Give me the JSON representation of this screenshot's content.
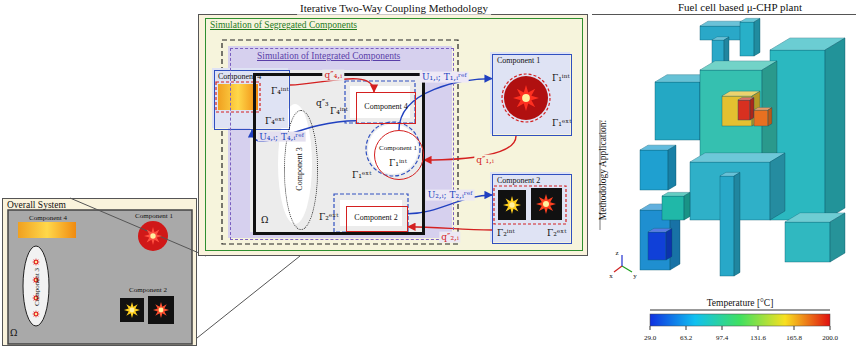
{
  "diagram": {
    "nodes": [
      {
        "text": [
          "Overall System"
        ]
      },
      {
        "text": [
          "Component 4"
        ],
        "in": 0
      },
      {
        "text": [
          "Component 1"
        ],
        "in": 0
      },
      {
        "text": [
          "Component 3"
        ],
        "in": 0
      },
      {
        "text": [
          "Component 2"
        ],
        "in": 0
      },
      {
        "text": [
          "Iterative Two-Way Coupling Methodology"
        ]
      },
      {
        "text": [
          "Simulation of Segregated Components"
        ],
        "in": 5
      },
      {
        "text": [
          "Component 4",
          "Γ₄ⁱⁿᵗ",
          "Γ₄ᵉˣᵗ"
        ],
        "in": 6
      },
      {
        "text": [
          "Component 1",
          "Γ₁ⁱⁿᵗ",
          "Γ₁ᵉˣᵗ"
        ],
        "in": 6
      },
      {
        "text": [
          "Component 2",
          "Γ₂ⁱⁿᵗ",
          "Γ₂ᵉˣᵗ"
        ],
        "in": 6
      },
      {
        "text": [
          "Simulation of Integrated Components"
        ],
        "in": 6
      },
      {
        "text": [
          "Ω"
        ],
        "in": 10
      },
      {
        "text": [
          "Component 4",
          "Γ₄ⁱⁿᵗ"
        ],
        "in": 11
      },
      {
        "text": [
          "Component 1",
          "Γ₁ⁱⁿᵗ",
          "Γ₁ᵉˣᵗ"
        ],
        "in": 11
      },
      {
        "text": [
          "Component 3"
        ],
        "in": 11
      },
      {
        "text": [
          "Component 2",
          "Γ₂ᵉˣᵗ"
        ],
        "in": 11
      },
      {
        "text": [
          "Fuel cell based μ-CHP plant"
        ]
      }
    ],
    "edges": [
      {
        "from": 7,
        "to": 12,
        "arrow": "to",
        "label": "q″₄,ᵢ"
      },
      {
        "from": 12,
        "to": 7,
        "arrow": "to",
        "label": "U₄,ᵢ; T₄,ᵢʳᵉᶠ"
      },
      {
        "from": 13,
        "to": 8,
        "arrow": "to",
        "label": "U₁,ᵢ; T₁,ᵢʳᵉᶠ"
      },
      {
        "from": 8,
        "to": 13,
        "arrow": "to",
        "label": "q″₁,ᵢ"
      },
      {
        "from": 15,
        "to": 9,
        "arrow": "to",
        "label": "U₂,ᵢ; T₂,ᵢʳᵉᶠ"
      },
      {
        "from": 9,
        "to": 15,
        "arrow": "to",
        "label": "q″₂,ᵢ"
      }
    ],
    "labels": [
      "Ω",
      "q″₃",
      "Methodology Application:",
      "Temperature [°C]",
      "29.0",
      "63.2",
      "97.4",
      "131.6",
      "165.8",
      "200.0",
      "x",
      "y",
      "z"
    ]
  }
}
